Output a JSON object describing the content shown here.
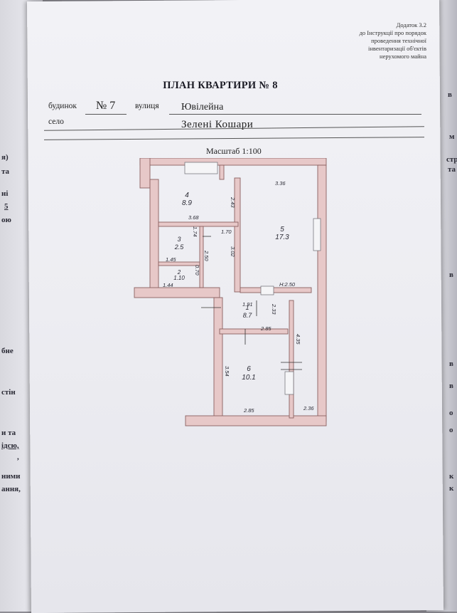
{
  "document": {
    "addendum": [
      "Додаток 3.2",
      "до Інструкції про порядок",
      "проведення технічної",
      "інвентаризації об'єктів",
      "нерухомого майна"
    ],
    "title": "ПЛАН КВАРТИРИ № 8",
    "building_label": "будинок",
    "building_number": "№ 7",
    "street_label": "вулиця",
    "street_name": "Ювілейна",
    "village_label": "село",
    "village_name": "Зелені Кошари",
    "scale": "Масштаб 1:100"
  },
  "floor_plan": {
    "rooms": [
      {
        "no": "4",
        "area": "8.9"
      },
      {
        "no": "5",
        "area": "17.3"
      },
      {
        "no": "3",
        "area": "2.5"
      },
      {
        "no": "2",
        "area": "1.10"
      },
      {
        "no": "1",
        "area": "8.7"
      },
      {
        "no": "6",
        "area": "10.1"
      }
    ],
    "dimensions": [
      "2.43",
      "3.36",
      "3.68",
      "1.70",
      "1.74",
      "1.45",
      "2.50",
      "3.02",
      "0.70",
      "1.44",
      "H:2.50",
      "1.91",
      "2.33",
      "2.85",
      "4.35",
      "3.54",
      "2.85",
      "2.36"
    ]
  },
  "margin_fragments": {
    "left": [
      "я)",
      "та",
      "ні",
      "5",
      "ою",
      "бне",
      "стін",
      "и та",
      "ідсю,",
      ",",
      "ними",
      "ання,"
    ],
    "right": [
      "в",
      "м",
      "стр",
      "та",
      "в",
      "в",
      "в",
      "о",
      "о",
      "к",
      "к"
    ]
  }
}
